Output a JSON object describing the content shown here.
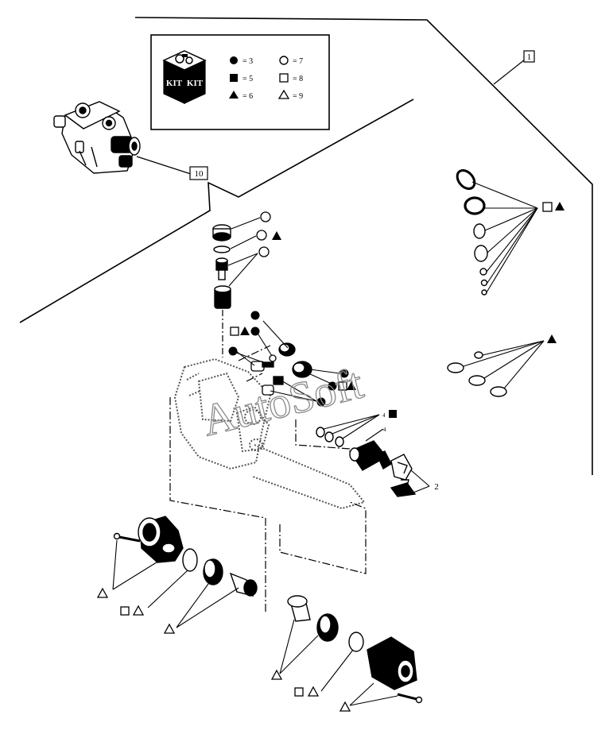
{
  "kit_legend": {
    "kit_label_1": "KIT",
    "kit_label_2": "KIT",
    "rows": [
      {
        "left_symbol": "filled-circle-icon",
        "left_value": "= 3",
        "right_symbol": "open-circle-icon",
        "right_value": "= 7"
      },
      {
        "left_symbol": "filled-square-icon",
        "left_value": "= 5",
        "right_symbol": "open-square-icon",
        "right_value": "= 8"
      },
      {
        "left_symbol": "filled-triangle-icon",
        "left_value": "= 6",
        "right_symbol": "open-triangle-icon",
        "right_value": "= 9"
      }
    ]
  },
  "callouts": {
    "item_1": "1",
    "item_2": "2",
    "item_10": "10"
  },
  "watermark": "AutoSoft",
  "colors": {
    "line": "#000000",
    "dotted_part": "#555555",
    "watermark_stroke": "#8a8a8a",
    "background": "#ffffff"
  }
}
